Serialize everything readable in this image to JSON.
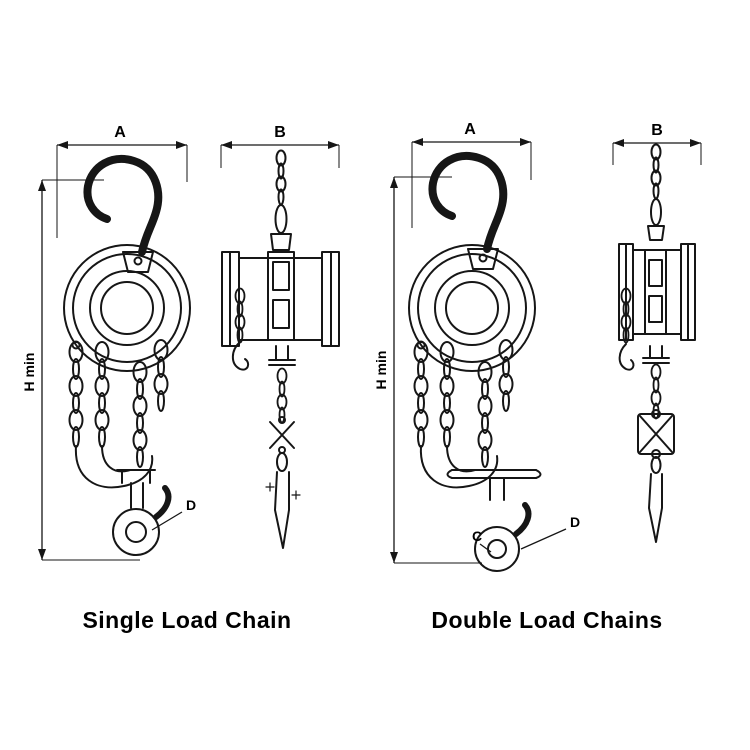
{
  "colors": {
    "line": "#161616",
    "background": "#ffffff",
    "text": "#000000"
  },
  "figures": {
    "single": {
      "caption": "Single Load Chain",
      "dim_a": "A",
      "dim_b": "B",
      "dim_h": "H min",
      "dim_d": "D"
    },
    "double": {
      "caption": "Double Load Chains",
      "dim_a": "A",
      "dim_b": "B",
      "dim_h": "H min",
      "dim_c": "C",
      "dim_d": "D"
    }
  }
}
